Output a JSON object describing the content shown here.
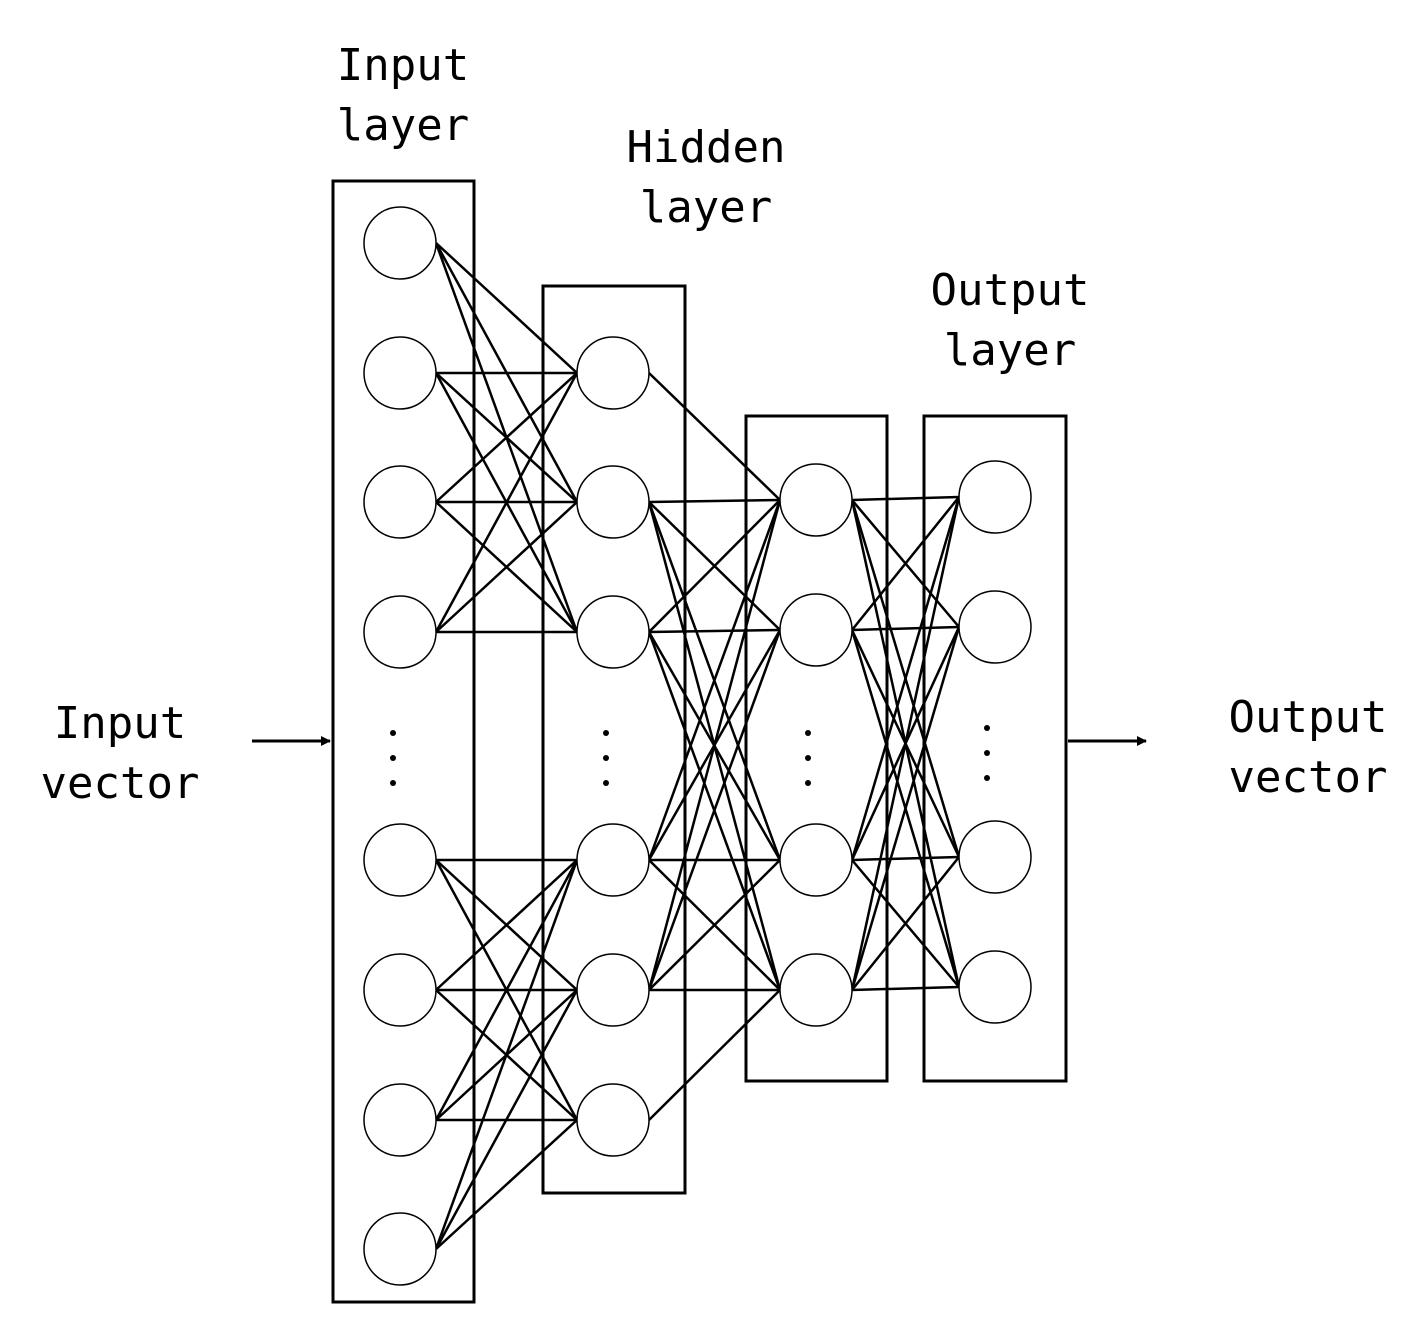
{
  "labels": {
    "input_vector": [
      "Input",
      "vector"
    ],
    "input_layer": [
      "Input",
      "layer"
    ],
    "hidden_layer": [
      "Hidden",
      "layer"
    ],
    "output_layer": [
      "Output",
      "layer"
    ],
    "output_vector": [
      "Output",
      "vector"
    ]
  },
  "layers": [
    {
      "name": "input-layer",
      "visible_nodes": 8,
      "ellipsis": true
    },
    {
      "name": "hidden-layer-1",
      "visible_nodes": 6,
      "ellipsis": true
    },
    {
      "name": "hidden-layer-2",
      "visible_nodes": 4,
      "ellipsis": true
    },
    {
      "name": "output-layer",
      "visible_nodes": 4,
      "ellipsis": true
    }
  ],
  "colors": {
    "stroke": "#000000",
    "background": "#ffffff"
  }
}
